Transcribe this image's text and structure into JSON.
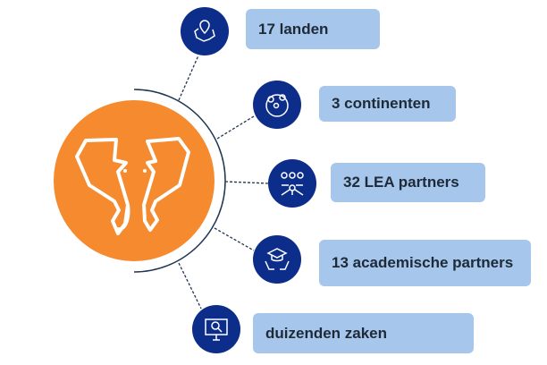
{
  "items": [
    {
      "label": "17 landen",
      "icon": "map-pin-icon"
    },
    {
      "label": "3 continenten",
      "icon": "globe-icon"
    },
    {
      "label": "32 LEA partners",
      "icon": "network-people-icon"
    },
    {
      "label": "13 academische partners",
      "icon": "graduation-hands-icon"
    },
    {
      "label": "duizenden zaken",
      "icon": "monitor-search-icon"
    }
  ],
  "colors": {
    "navy": "#0c2d8a",
    "orange": "#f58a2e",
    "box": "#a6c6eb"
  }
}
